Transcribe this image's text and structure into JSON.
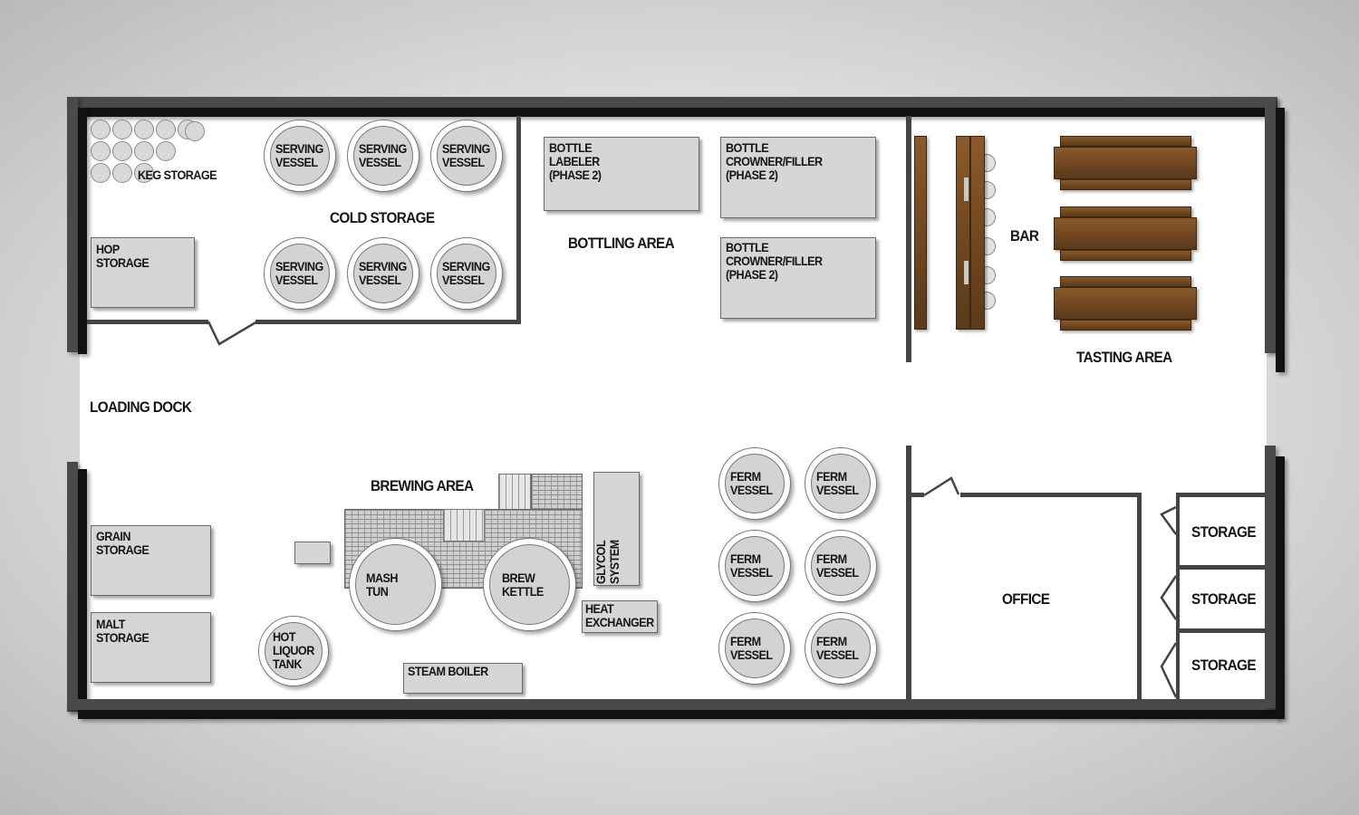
{
  "labels": {
    "keg_storage": "KEG STORAGE",
    "cold_storage": "COLD STORAGE",
    "hop_storage": "HOP\nSTORAGE",
    "loading_dock": "LOADING DOCK",
    "grain_storage": "GRAIN\nSTORAGE",
    "malt_storage": "MALT\nSTORAGE",
    "brewing_area": "BREWING AREA",
    "mash_tun": "MASH\nTUN",
    "brew_kettle": "BREW\nKETTLE",
    "hot_liquor_tank": "HOT\nLIQUOR\nTANK",
    "steam_boiler": "STEAM BOILER",
    "glycol_system": "GLYCOL\nSYSTEM",
    "heat_exchanger": "HEAT\nEXCHANGER",
    "bottle_labeler": "BOTTLE\nLABELER\n(PHASE 2)",
    "bottle_crowner_1": "BOTTLE\nCROWNER/FILLER\n(PHASE 2)",
    "bottle_crowner_2": "BOTTLE\nCROWNER/FILLER\n(PHASE 2)",
    "bottling_area": "BOTTLING AREA",
    "bar": "BAR",
    "tasting_area": "TASTING AREA",
    "office": "OFFICE",
    "storage_1": "STORAGE",
    "storage_2": "STORAGE",
    "storage_3": "STORAGE"
  },
  "serving_vessels": [
    "SERVING\nVESSEL",
    "SERVING\nVESSEL",
    "SERVING\nVESSEL",
    "SERVING\nVESSEL",
    "SERVING\nVESSEL",
    "SERVING\nVESSEL"
  ],
  "ferm_vessels": [
    "FERM\nVESSEL",
    "FERM\nVESSEL",
    "FERM\nVESSEL",
    "FERM\nVESSEL",
    "FERM\nVESSEL",
    "FERM\nVESSEL"
  ],
  "colors": {
    "wall": "#111111",
    "equipment_fill": "#d6d6d6",
    "wood": "#6d4520",
    "background": "#cfcfcf"
  }
}
